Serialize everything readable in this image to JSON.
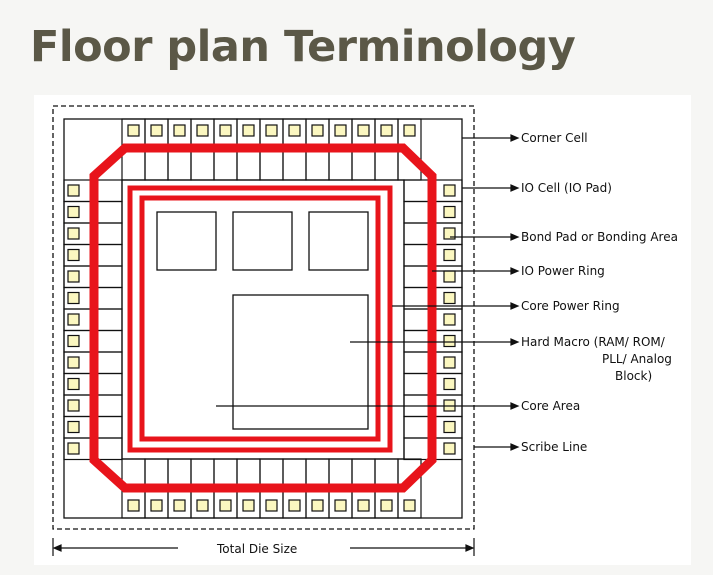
{
  "title": "Floor plan Terminology",
  "labels": {
    "corner_cell": "Corner Cell",
    "io_cell": "IO Cell  (IO Pad)",
    "bond_pad": "Bond Pad or Bonding Area",
    "io_power_ring": "IO Power Ring",
    "core_power_ring": "Core Power Ring",
    "hard_macro_1": "Hard Macro (RAM/ ROM/",
    "hard_macro_2": "PLL/ Analog",
    "hard_macro_3": "Block)",
    "core_area": "Core Area",
    "scribe_line": "Scribe Line",
    "total_die_size": "Total Die Size"
  },
  "colors": {
    "title": "#5b5847",
    "power_ring": "#e8141b",
    "bond_pad_fill": "#fbf7c0",
    "line": "#111111"
  }
}
